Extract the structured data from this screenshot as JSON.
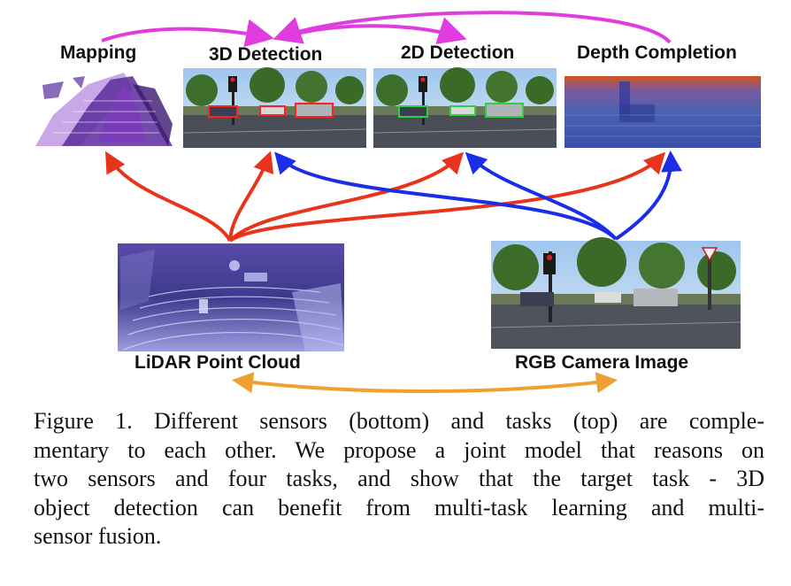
{
  "figure": {
    "tasks": {
      "mapping": "Mapping",
      "detection_3d": "3D Detection",
      "detection_2d": "2D Detection",
      "depth_completion": "Depth Completion"
    },
    "sensors": {
      "lidar": "LiDAR Point Cloud",
      "camera": "RGB Camera Image"
    },
    "colors": {
      "task_link": "#e03ce0",
      "lidar_link": "#e8341c",
      "camera_link": "#1a2ee8",
      "sensor_link": "#f0a030"
    }
  },
  "caption": {
    "lines": [
      "Figure 1. Different sensors (bottom) and tasks (top) are comple-",
      "mentary to each other.  We propose a joint model that reasons on",
      "two sensors and four tasks, and show that the target task - 3D",
      "object detection can benefit from multi-task learning and multi-",
      "sensor fusion."
    ]
  }
}
